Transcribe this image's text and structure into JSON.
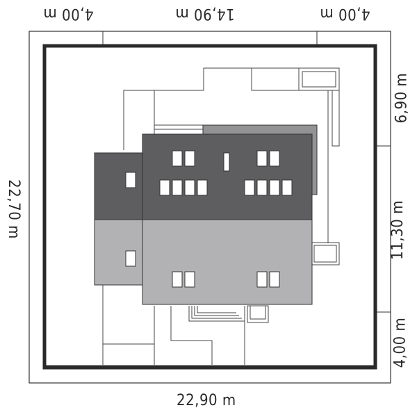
{
  "dimensions": {
    "top_left": "4,00 m",
    "top_middle": "14,90 m",
    "top_right": "4,00 m",
    "bottom": "22,90 m",
    "left": "22,70 m",
    "right_top": "6,90 m",
    "right_middle": "11,30 m",
    "right_bottom": "4,00 m"
  },
  "colors": {
    "roof_dark": "#5e5e60",
    "roof_light": "#b2b2b4",
    "roof_mid": "#939395",
    "plot_border": "#2a2a2a",
    "outline": "#333333"
  }
}
